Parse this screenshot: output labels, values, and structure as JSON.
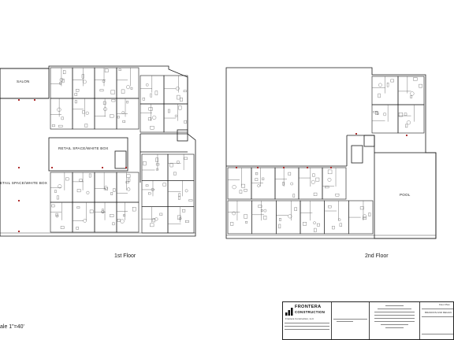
{
  "floors": [
    {
      "caption": "1st Floor"
    },
    {
      "caption": "2nd Floor"
    }
  ],
  "rooms": {
    "salon": "SALON",
    "retail_1": "RETAIL SPACE/WHITE BOX",
    "retail_2": "ETAIL SPACE/WHITE BOX",
    "pool": "POOL"
  },
  "scale_note": "ale 1\"=40'",
  "title_block": {
    "company_line1": "FRONTERA",
    "company_line2": "CONSTRUCTION",
    "company_name": "Frontera Construction, LLC",
    "sheet_title": "Floor Plan",
    "project_line": "BRANDON AND MEGAN"
  },
  "colors": {
    "line": "#1a1a1a",
    "detail": "#555555",
    "column": "#b03030",
    "brand": "#111111"
  }
}
